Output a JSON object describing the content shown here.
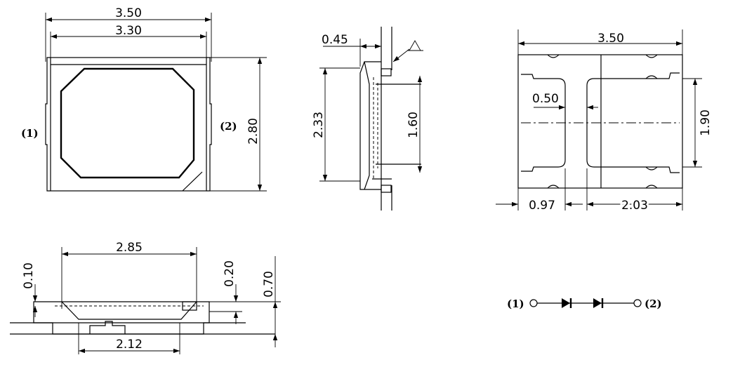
{
  "top_view": {
    "width_outer": "3.50",
    "width_inner": "3.30",
    "height": "2.80",
    "pin1": "(1)",
    "pin2": "(2)"
  },
  "side_view": {
    "offset": "0.45",
    "height_outer": "2.33",
    "height_inner": "1.60"
  },
  "bottom_view": {
    "width": "3.50",
    "gap": "0.50",
    "pad_height": "1.90",
    "left_pad": "0.97",
    "right_pad": "2.03"
  },
  "front_view": {
    "top_width": "2.85",
    "bottom_width": "2.12",
    "dim_010": "0.10",
    "dim_020": "0.20",
    "dim_070": "0.70"
  },
  "schematic": {
    "pin1": "(1)",
    "pin2": "(2)"
  }
}
